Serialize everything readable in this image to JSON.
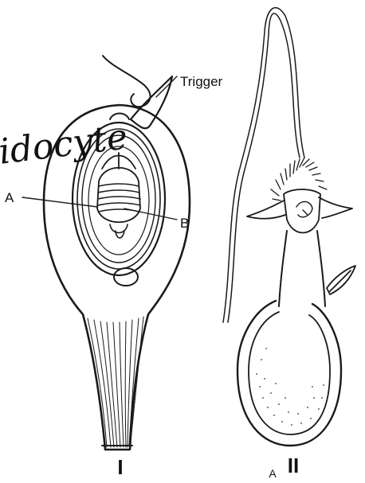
{
  "handwritten_note": "idocyte",
  "labels": {
    "trigger": "Trigger",
    "a": "A",
    "b": "B"
  },
  "figure_captions": {
    "left": "I",
    "right": "II",
    "stray": "A"
  }
}
